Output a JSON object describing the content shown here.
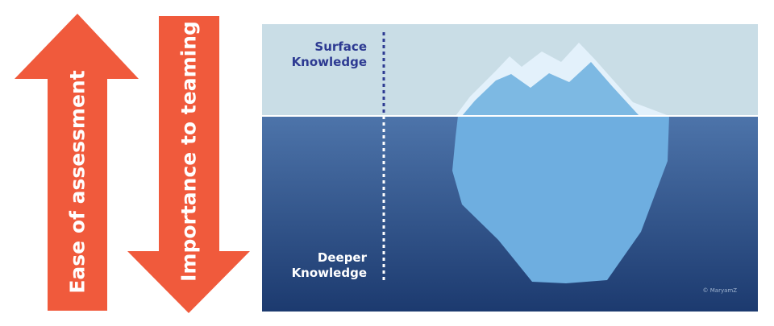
{
  "arrows": {
    "up_label": "Ease of assessment",
    "down_label": "Importance to teaming",
    "color": "#f05a3c"
  },
  "iceberg": {
    "surface_line1": "Surface",
    "surface_line2": "Knowledge",
    "deeper_line1": "Deeper",
    "deeper_line2": "Knowledge",
    "watermark": "© MaryamZ"
  },
  "colors": {
    "sky": "#c9dde6",
    "water_top": "#4a6fa5",
    "water_bottom": "#1d3b70",
    "ice_light": "#e3f1fb",
    "ice_mid": "#7db9e3",
    "ice_underwater": "#6eaee0",
    "label_dark": "#2d3a92"
  }
}
